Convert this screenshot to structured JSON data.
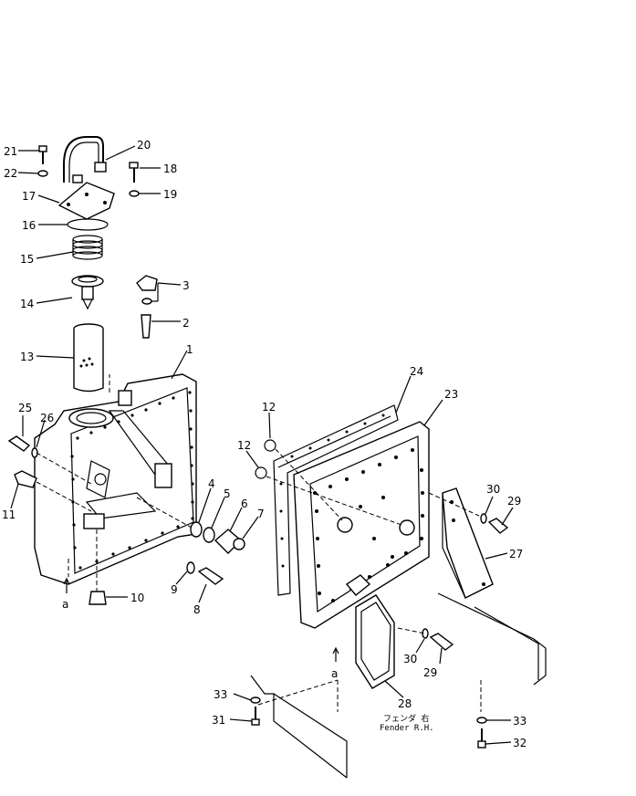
{
  "diagram": {
    "callouts": [
      {
        "id": "c1",
        "text": "1"
      },
      {
        "id": "c2",
        "text": "2"
      },
      {
        "id": "c3",
        "text": "3"
      },
      {
        "id": "c4",
        "text": "4"
      },
      {
        "id": "c5",
        "text": "5"
      },
      {
        "id": "c6",
        "text": "6"
      },
      {
        "id": "c7",
        "text": "7"
      },
      {
        "id": "c8",
        "text": "8"
      },
      {
        "id": "c9",
        "text": "9"
      },
      {
        "id": "c10",
        "text": "10"
      },
      {
        "id": "c11",
        "text": "11"
      },
      {
        "id": "c12a",
        "text": "12"
      },
      {
        "id": "c12b",
        "text": "12"
      },
      {
        "id": "c13",
        "text": "13"
      },
      {
        "id": "c14",
        "text": "14"
      },
      {
        "id": "c15",
        "text": "15"
      },
      {
        "id": "c16",
        "text": "16"
      },
      {
        "id": "c17",
        "text": "17"
      },
      {
        "id": "c18",
        "text": "18"
      },
      {
        "id": "c19",
        "text": "19"
      },
      {
        "id": "c20",
        "text": "20"
      },
      {
        "id": "c21",
        "text": "21"
      },
      {
        "id": "c22",
        "text": "22"
      },
      {
        "id": "c23",
        "text": "23"
      },
      {
        "id": "c24",
        "text": "24"
      },
      {
        "id": "c25",
        "text": "25"
      },
      {
        "id": "c26",
        "text": "26"
      },
      {
        "id": "c27",
        "text": "27"
      },
      {
        "id": "c28",
        "text": "28"
      },
      {
        "id": "c29a",
        "text": "29"
      },
      {
        "id": "c29b",
        "text": "29"
      },
      {
        "id": "c30a",
        "text": "30"
      },
      {
        "id": "c30b",
        "text": "30"
      },
      {
        "id": "c31",
        "text": "31"
      },
      {
        "id": "c32",
        "text": "32"
      },
      {
        "id": "c33a",
        "text": "33"
      },
      {
        "id": "c33b",
        "text": "33"
      },
      {
        "id": "ca1",
        "text": "a"
      },
      {
        "id": "ca2",
        "text": "a"
      }
    ],
    "fender_label": {
      "japanese": "フェンダ 右",
      "english": "Fender R.H."
    }
  }
}
